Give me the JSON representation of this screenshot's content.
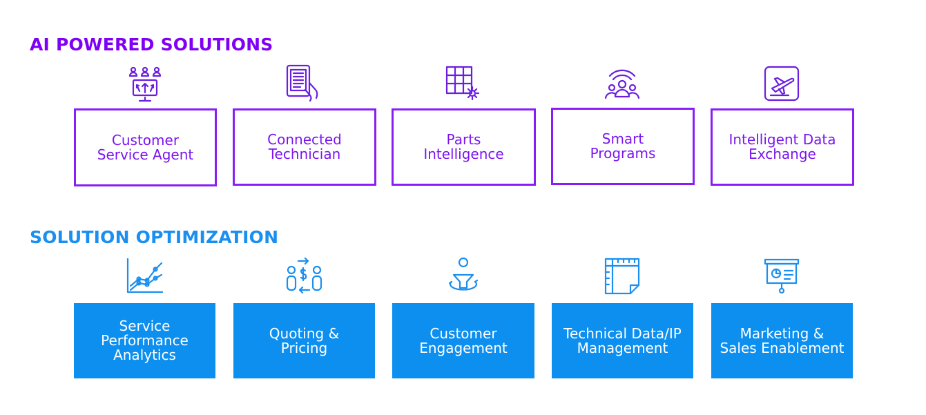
{
  "sections": {
    "ai_powered": {
      "title": "AI POWERED SOLUTIONS",
      "color": "#7f00f5",
      "items": [
        {
          "label": "Customer\nService Agent",
          "icon": "people-monitor-icon"
        },
        {
          "label": "Connected\nTechnician",
          "icon": "tablet-hand-icon"
        },
        {
          "label": "Parts\nIntelligence",
          "icon": "grid-gear-icon"
        },
        {
          "label": "Smart\nPrograms",
          "icon": "group-wifi-icon"
        },
        {
          "label": "Intelligent Data\nExchange",
          "icon": "airplane-icon"
        }
      ]
    },
    "solution_optimization": {
      "title": "SOLUTION OPTIMIZATION",
      "color": "#1a8ff0",
      "items": [
        {
          "label": "Service\nPerformance\nAnalytics",
          "icon": "line-chart-icon"
        },
        {
          "label": "Quoting &\nPricing",
          "icon": "people-exchange-icon"
        },
        {
          "label": "Customer\nEngagement",
          "icon": "person-funnel-icon"
        },
        {
          "label": "Technical Data/IP\nManagement",
          "icon": "blueprint-icon"
        },
        {
          "label": "Marketing &\nSales Enablement",
          "icon": "presentation-board-icon"
        }
      ]
    }
  }
}
